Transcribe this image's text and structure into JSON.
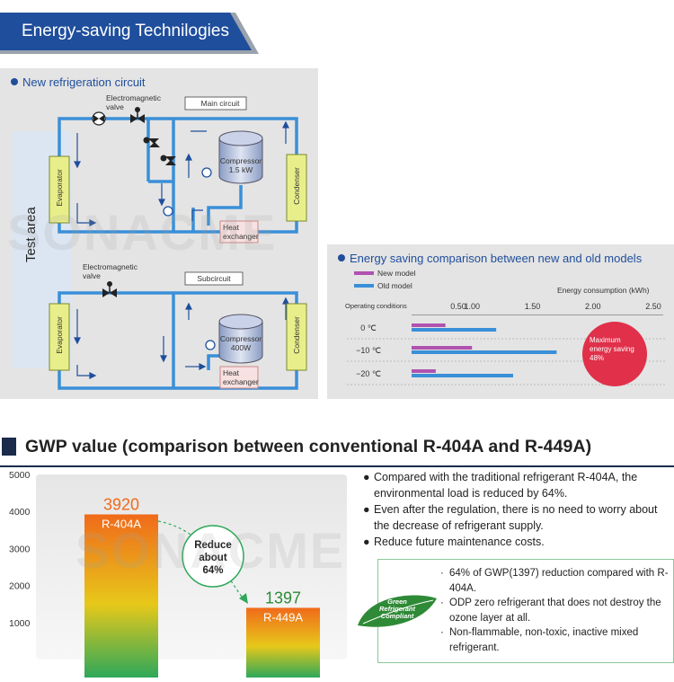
{
  "header": {
    "title": "Energy-saving Technilogies"
  },
  "circuit": {
    "title": "New refrigeration circuit",
    "test_area": "Test area",
    "main": {
      "circuit_label": "Main circuit",
      "valve_label_1": "Electromagnetic",
      "valve_label_2": "valve",
      "evaporator": "Evaporator",
      "condenser": "Condenser",
      "compressor_1": "Compressor",
      "compressor_2": "1.5 kW",
      "heat_1": "Heat",
      "heat_2": "exchanger"
    },
    "sub": {
      "circuit_label": "Subcircuit",
      "valve_label_1": "Electromagnetic",
      "valve_label_2": "valve",
      "evaporator": "Evaporator",
      "condenser": "Condenser",
      "compressor_1": "Compressor",
      "compressor_2": "400W",
      "heat_1": "Heat",
      "heat_2": "exchanger"
    }
  },
  "energy": {
    "title": "Energy saving comparison between new and old models",
    "legend_new": "New model",
    "legend_old": "Old model",
    "axis_title": "Energy consumption (kWh)",
    "conditions_label": "Operating conditions",
    "callout_1": "Maximum",
    "callout_2": "energy saving",
    "callout_3": "48%",
    "colors": {
      "new": "#b052b0",
      "old": "#3a8fd8",
      "callout": "#e0304a"
    }
  },
  "chart_data": [
    {
      "type": "bar",
      "orientation": "horizontal",
      "title": "Energy saving comparison between new and old models",
      "xlabel": "Energy consumption (kWh)",
      "ylabel": "Operating conditions",
      "categories": [
        "0 ℃",
        "−10 ℃",
        "−20 ℃"
      ],
      "tick_labels": [
        "0.50",
        "1.00",
        "1.50",
        "2.00",
        "2.50"
      ],
      "xlim": [
        0.5,
        2.5
      ],
      "series": [
        {
          "name": "New model",
          "values": [
            0.78,
            1.0,
            0.7
          ]
        },
        {
          "name": "Old model",
          "values": [
            1.2,
            1.7,
            1.34
          ]
        }
      ]
    },
    {
      "type": "bar",
      "title": "GWP value (comparison between conventional R-404A and R-449A)",
      "categories": [
        "R-404A",
        "R-449A"
      ],
      "values": [
        3920,
        1397
      ],
      "value_labels": [
        "3920",
        "1397"
      ],
      "ylim": [
        0,
        5000
      ],
      "yticks": [
        "5000",
        "4000",
        "3000",
        "2000",
        "1000"
      ],
      "annotation": [
        "Reduce",
        "about",
        "64%"
      ]
    }
  ],
  "gwp": {
    "title": "GWP value (comparison between conventional R-404A and R-449A)",
    "bullets": [
      "Compared with the traditional refrigerant R-404A, the environmental load is reduced by 64%.",
      "Even after the regulation, there is no need to worry about the decrease of refrigerant supply.",
      "Reduce future maintenance costs."
    ],
    "bullet_mark": "●",
    "badge_1": "Green",
    "badge_2": "Refrigerant",
    "badge_3": "Compliant",
    "green_items": [
      "64% of GWP(1397) reduction compared with R-404A.",
      "ODP zero refrigerant that does not destroy the ozone layer at all.",
      "Non-flammable, non-toxic, inactive mixed refrigerant."
    ],
    "green_mark": "·"
  },
  "watermark": "SONACME"
}
